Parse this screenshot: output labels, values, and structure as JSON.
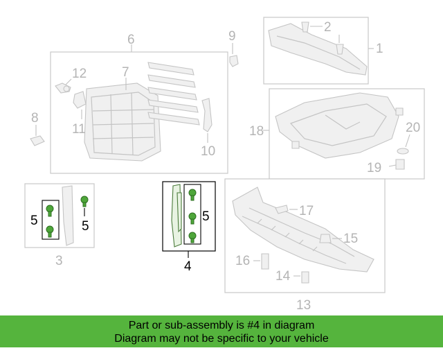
{
  "diagram": {
    "labels": {
      "l1": "1",
      "l2": "2",
      "l3": "3",
      "l4": "4",
      "l5a": "5",
      "l5b": "5",
      "l5c": "5",
      "l6": "6",
      "l7": "7",
      "l8": "8",
      "l9": "9",
      "l10": "10",
      "l11": "11",
      "l12": "12",
      "l13": "13",
      "l14": "14",
      "l15": "15",
      "l16": "16",
      "l17": "17",
      "l18": "18",
      "l19": "19",
      "l20": "20"
    },
    "highlight_color": "#4ea63a"
  },
  "banner": {
    "line1": "Part or sub-assembly is #4 in diagram",
    "line2": "Diagram may not be specific to your vehicle",
    "background": "#55b43d"
  }
}
